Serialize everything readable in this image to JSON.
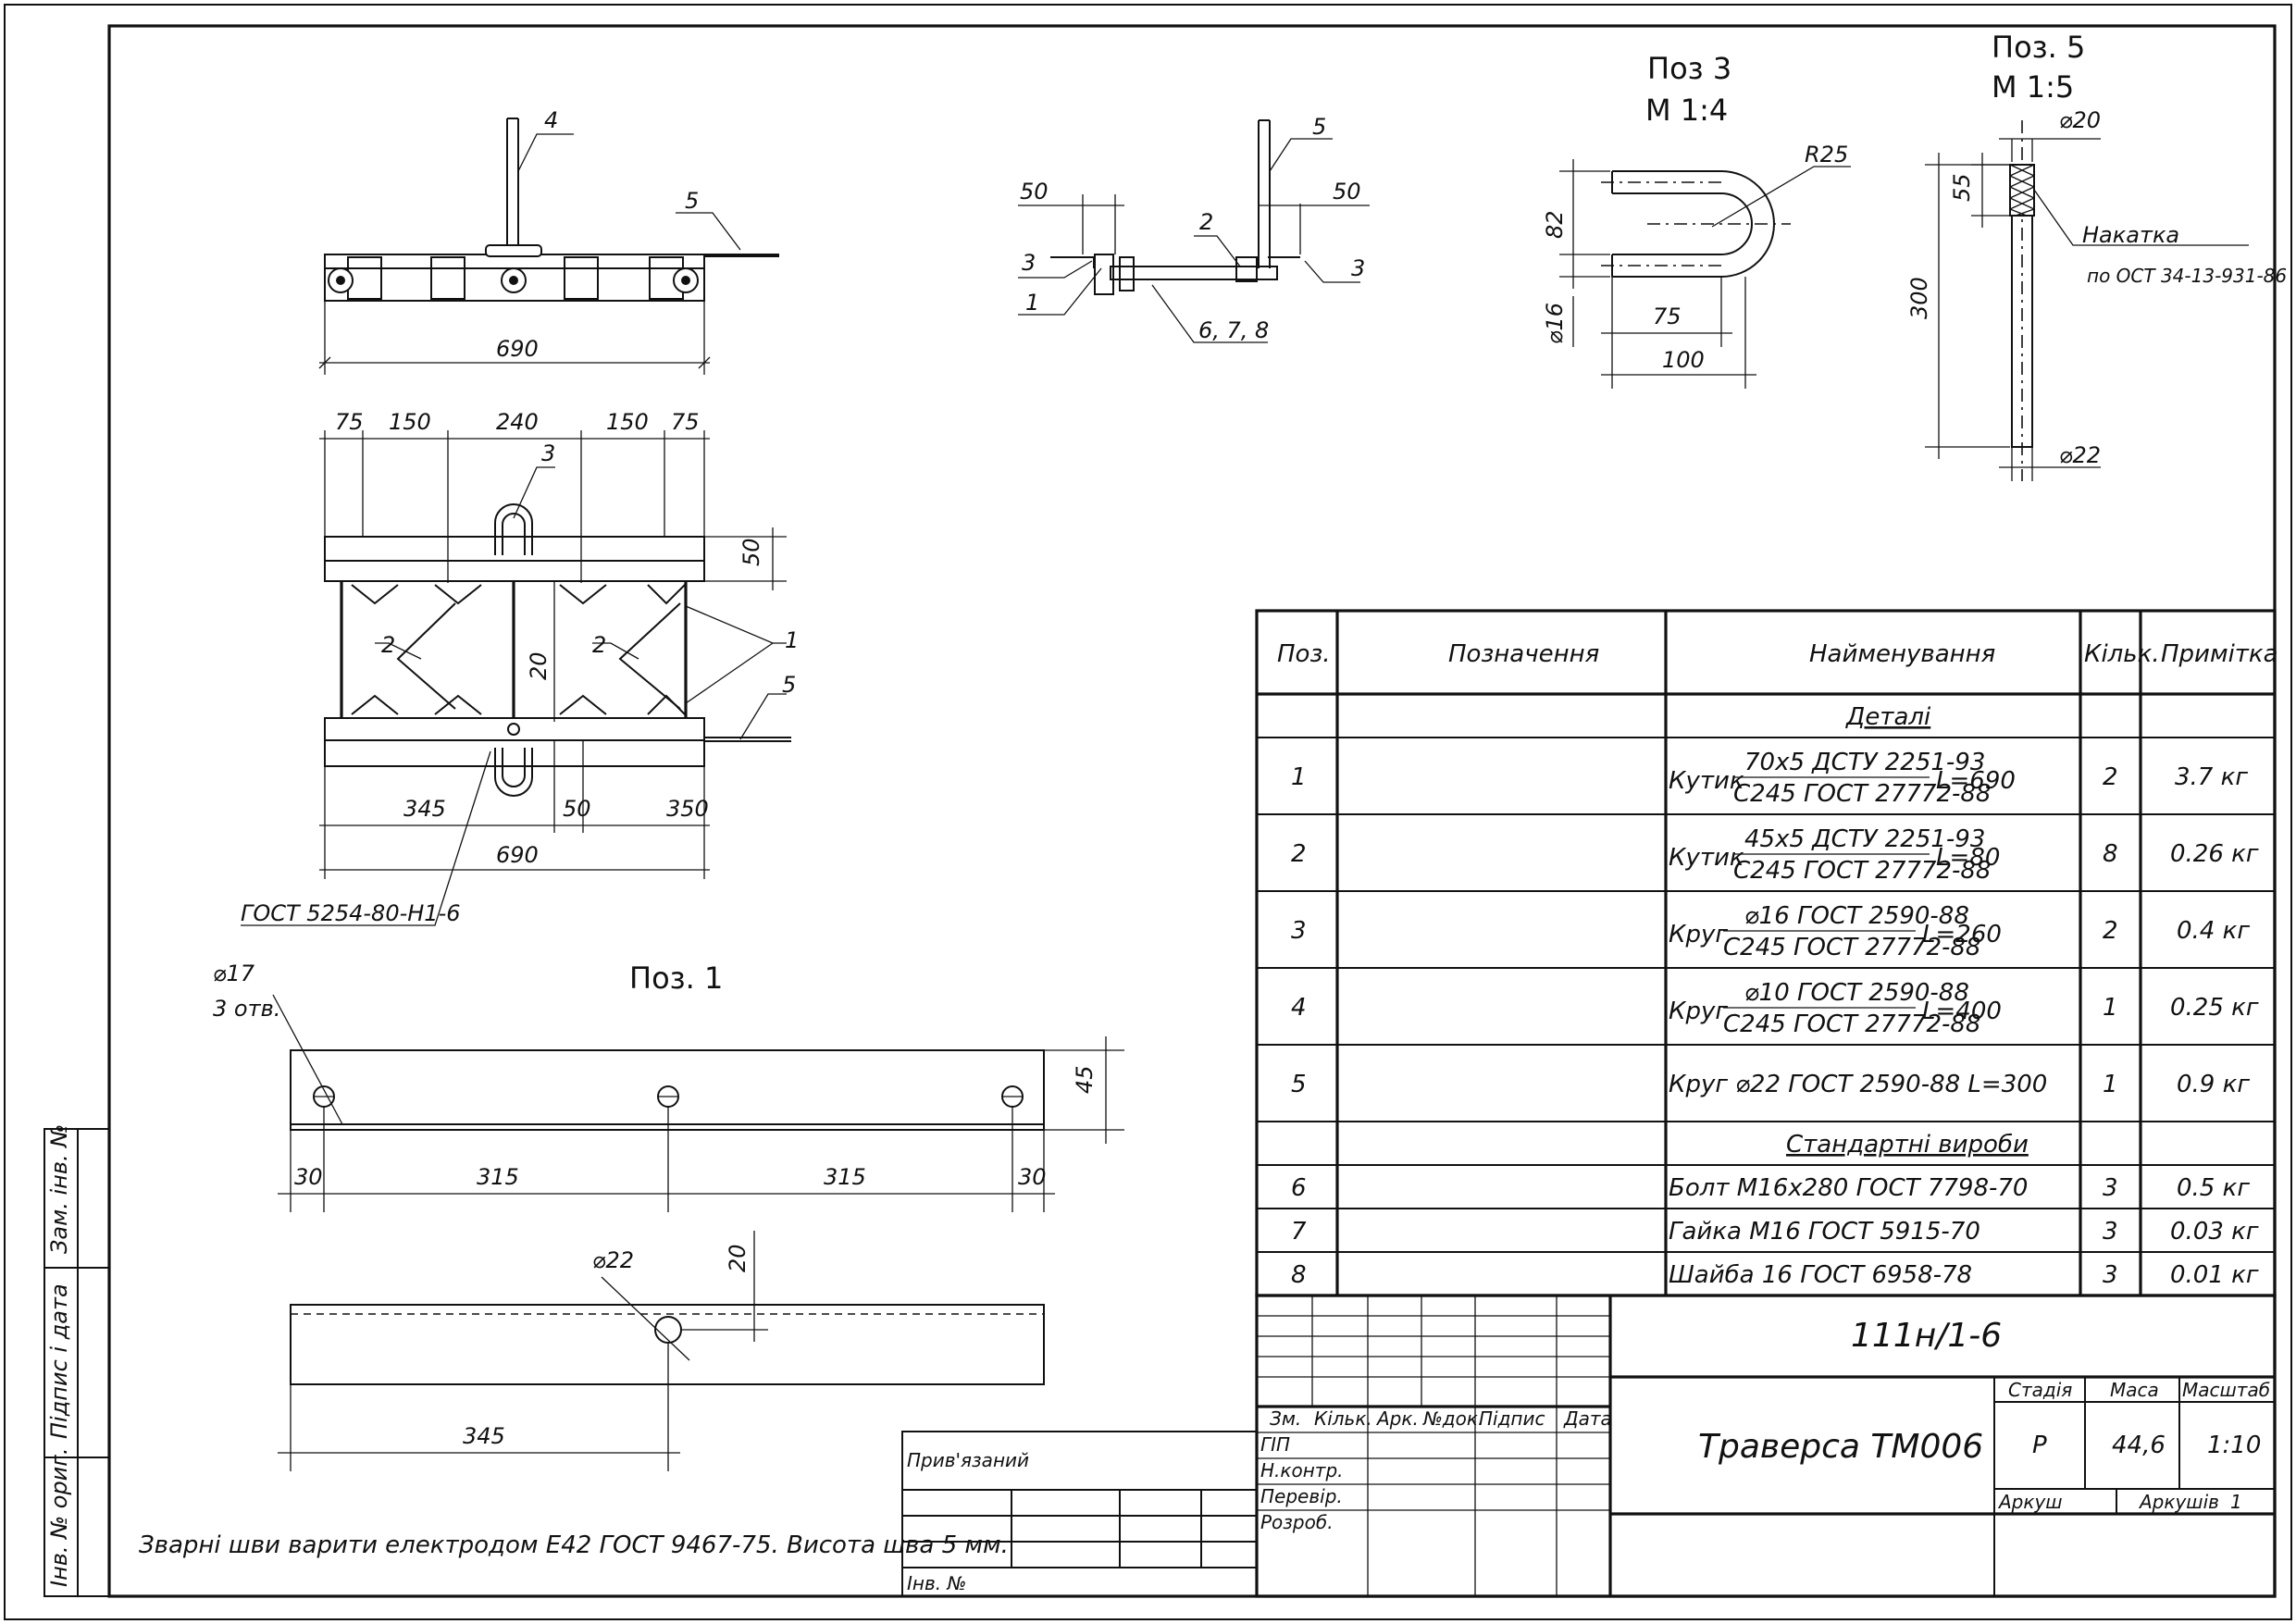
{
  "notes": {
    "welding": "Зварні шви варити електродом Е42 ГОСТ 9467-75. Висота шва 5 мм."
  },
  "views": {
    "top": {
      "total": "690",
      "callout_4": "4",
      "callout_5": "5"
    },
    "side": {
      "dim_left": "50",
      "dim_right": "50",
      "callout_5": "5",
      "callout_2": "2",
      "callout_3_left": "3",
      "callout_3_right": "3",
      "callout_1": "1",
      "callout_678": "6, 7, 8"
    },
    "plan": {
      "top_dims": [
        "75",
        "150",
        "240",
        "150",
        "75"
      ],
      "dim_50_right": "50",
      "dim_20": "20",
      "callout_3": "3",
      "callout_2_left": "2",
      "callout_2_mid": "2",
      "callout_1": "1",
      "callout_5": "5",
      "bottom_345": "345",
      "bottom_50": "50",
      "bottom_350": "350",
      "bottom_total": "690",
      "weld_note": "ГОСТ 5254-80-Н1-6"
    },
    "pos1": {
      "title": "Поз. 1",
      "hole_dia": "⌀17",
      "hole_count": "3 отв.",
      "dim_45": "45",
      "dims": [
        "30",
        "315",
        "315",
        "30"
      ]
    },
    "pos1b": {
      "hole_dia": "⌀22",
      "dim_20": "20",
      "dim_345": "345"
    },
    "pos3": {
      "title": "Поз 3",
      "scale": "М 1:4",
      "radius": "R25",
      "height": "82",
      "dia": "⌀16",
      "len_75": "75",
      "len_100": "100"
    },
    "pos5": {
      "title": "Поз. 5",
      "scale": "М 1:5",
      "dia_top": "⌀20",
      "dia_bottom": "⌀22",
      "knurl_len": "55",
      "length": "300",
      "knurl_label": "Накатка",
      "knurl_std": "по ОСТ 34-13-931-86"
    }
  },
  "spec_table": {
    "headers": [
      "Поз.",
      "Позначення",
      "Найменування",
      "Кільк.",
      "Примітка"
    ],
    "section_parts": "Деталі",
    "section_standard": "Стандартні вироби",
    "parts": [
      {
        "pos": "1",
        "name": "Кутик",
        "top": "70х5 ДСТУ 2251-93",
        "bottom": "С245 ГОСТ 27772-88",
        "len": "L=690",
        "qty": "2",
        "note": "3.7 кг"
      },
      {
        "pos": "2",
        "name": "Кутик",
        "top": "45х5 ДСТУ 2251-93",
        "bottom": "С245 ГОСТ 27772-88",
        "len": "L=80",
        "qty": "8",
        "note": "0.26 кг"
      },
      {
        "pos": "3",
        "name": "Круг",
        "top": "⌀16 ГОСТ 2590-88",
        "bottom": "С245 ГОСТ 27772-88",
        "len": "L=260",
        "qty": "2",
        "note": "0.4 кг"
      },
      {
        "pos": "4",
        "name": "Круг",
        "top": "⌀10 ГОСТ 2590-88",
        "bottom": "С245 ГОСТ 27772-88",
        "len": "L=400",
        "qty": "1",
        "note": "0.25 кг"
      }
    ],
    "part5": {
      "pos": "5",
      "text": "Круг ⌀22 ГОСТ 2590-88 L=300",
      "qty": "1",
      "note": "0.9 кг"
    },
    "standard": [
      {
        "pos": "6",
        "text": "Болт М16х280 ГОСТ 7798-70",
        "qty": "3",
        "note": "0.5 кг"
      },
      {
        "pos": "7",
        "text": "Гайка М16 ГОСТ 5915-70",
        "qty": "3",
        "note": "0.03 кг"
      },
      {
        "pos": "8",
        "text": "Шайба 16 ГОСТ 6958-78",
        "qty": "3",
        "note": "0.01 кг"
      }
    ]
  },
  "title_block": {
    "code": "111н/1-6",
    "name": "Траверса ТМ006",
    "col_headers": [
      "Зм.",
      "Кільк.",
      "Арк.",
      "№док.",
      "Підпис",
      "Дата"
    ],
    "roles": [
      "ГІП",
      "Н.контр.",
      "Перевір.",
      "Розроб."
    ],
    "stage_label": "Стадія",
    "mass_label": "Маса",
    "scale_label": "Масштаб",
    "stage": "Р",
    "mass": "44,6",
    "scale": "1:10",
    "sheet_label": "Аркуш",
    "sheets_label": "Аркушів",
    "sheets": "1",
    "linked_label": "Прив'язаний",
    "inv_label": "Інв. №"
  },
  "side_stamp": {
    "replaced_inv": "Зам. інв. №",
    "signature_date": "Підпис і дата",
    "inv_orig": "Інв. № ориг."
  }
}
